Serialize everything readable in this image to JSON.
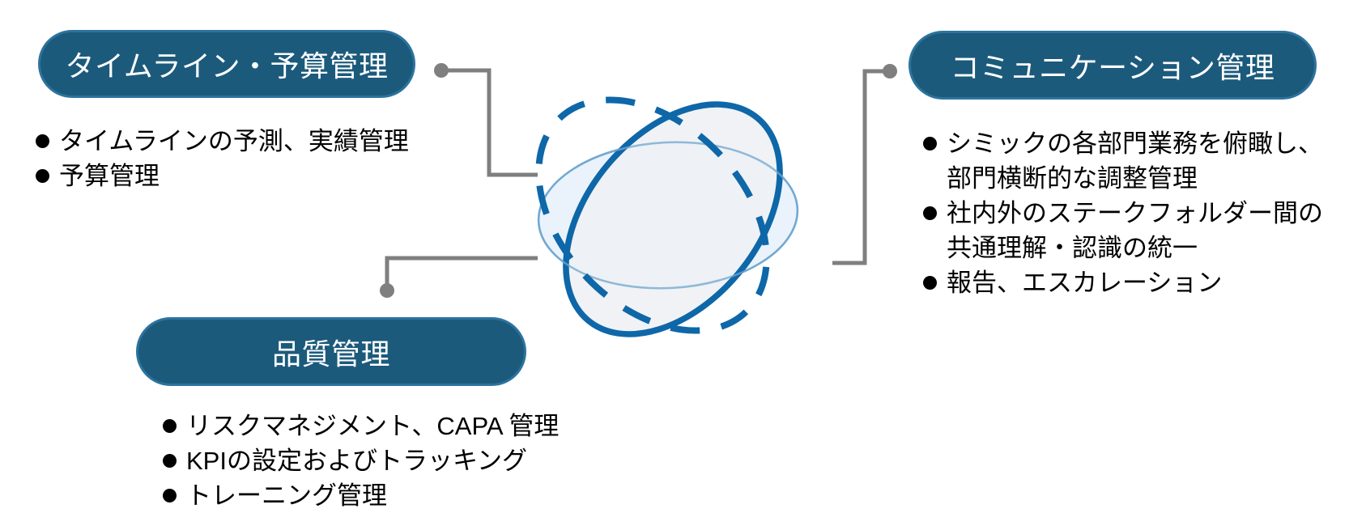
{
  "diagram_title": "",
  "nodes": [
    {
      "id": "timeline-budget",
      "title": "タイムライン・予算管理",
      "bullets": [
        "タイムラインの予測、実績管理",
        "予算管理"
      ]
    },
    {
      "id": "communication",
      "title": "コミュニケーション管理",
      "bullets": [
        "シミックの各部門業務を俯瞰し、\n部門横断的な調整管理",
        "社内外のステークフォルダー間の\n共通理解・認識の統一",
        "報告、エスカレーション"
      ]
    },
    {
      "id": "quality",
      "title": "品質管理",
      "bullets": [
        "リスクマネジメント、CAPA 管理",
        "KPIの設定およびトラッキング",
        "トレーニング管理"
      ]
    }
  ],
  "icons": {
    "bullet-icon": "filled-circle",
    "connector-dot": "filled-circle",
    "center-orbit-graphic": "three overlapping ellipses (light horizontal, solid tilted, dashed tilted)"
  },
  "colors": {
    "pill_fill": "#1C5A7C",
    "pill_border": "#2C739E",
    "pill_text": "#FFFFFF",
    "bullet_text": "#000000",
    "connector": "#7F7F7F",
    "ellipse_stroke": "#0E67A8",
    "light_ellipse_stroke": "#74A9D2",
    "light_ellipse_fill": "#EAF3FB",
    "solid_ellipse_fill": "#EEF0F3"
  }
}
